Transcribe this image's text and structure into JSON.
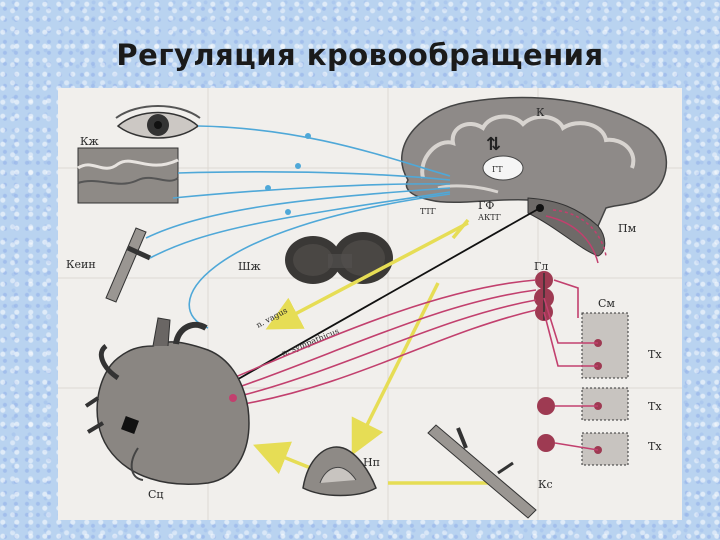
{
  "slide": {
    "title": "Регуляция кровообращения"
  },
  "labels": {
    "brain_cortex": "К",
    "hypothalamus": "ГТ",
    "pituitary": "ГФ",
    "acth": "АКТГ",
    "ttg": "ТТГ",
    "medulla": "Пм",
    "skin": "Кж",
    "vessel": "Кеин",
    "thyroid": "Шж",
    "ganglia": "Гл",
    "spinal_cord": "См",
    "segment_1": "Тх",
    "segment_2": "Тх",
    "segment_3": "Тх",
    "heart": "Сц",
    "adrenal": "Нп",
    "capillary_vessel": "Кс",
    "vagus": "n. vagus",
    "sympathetic": "n. sympathicus"
  },
  "colors": {
    "afferent_blue": "#4fa8d8",
    "efferent_pink": "#c2406e",
    "hormone_yellow": "#e6dd55",
    "vagus_black": "#111111",
    "ganglion_red": "#9e3a52"
  }
}
